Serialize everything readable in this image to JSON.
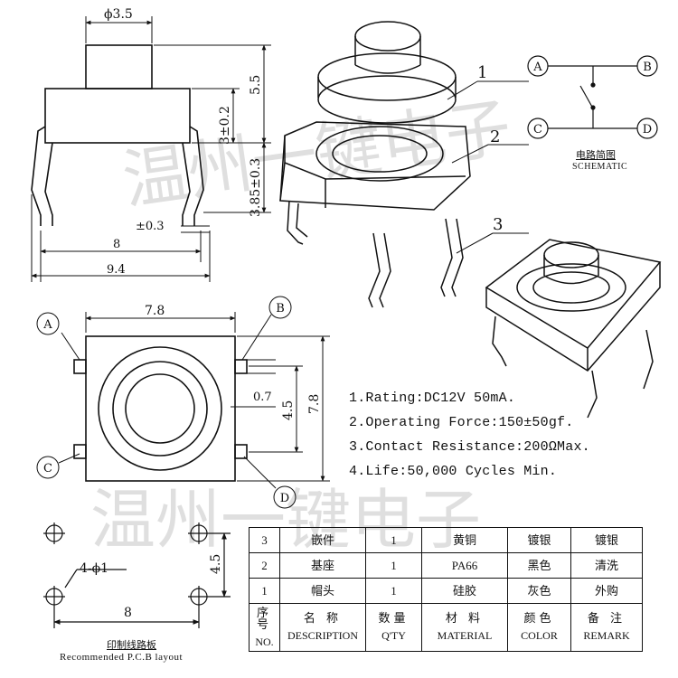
{
  "dimensions": {
    "diameter_top": "ϕ3.5",
    "height_total": "5.5",
    "body_height": "3±0.2",
    "lead_height": "3.85±0.3",
    "lead_tol": "±0.3",
    "lead_span": "8",
    "overall_width": "9.4",
    "body_width": "7.8",
    "body_height_side": "7.8",
    "pin_pitch": "4.5",
    "pin_width": "0.7",
    "hole_dia": "4-ϕ1",
    "pcb_pitch_v": "4.5",
    "pcb_pitch_h": "8"
  },
  "pins": [
    "A",
    "B",
    "C",
    "D"
  ],
  "callouts": [
    "1",
    "2",
    "3"
  ],
  "schematic": {
    "title_cn": "电路简图",
    "title_en": "SCHEMATIC",
    "pins": [
      "A",
      "B",
      "C",
      "D"
    ]
  },
  "specs": [
    "1.Rating:DC12V 50mA.",
    "2.Operating Force:150±50gf.",
    "3.Contact Resistance:200ΩMax.",
    "4.Life:50,000 Cycles Min."
  ],
  "pcb_layout": {
    "title_cn": "印制线路板",
    "title_en": "Recommended P.C.B layout"
  },
  "bom": {
    "rows": [
      {
        "no": "3",
        "desc": "嵌件",
        "qty": "1",
        "material": "黄铜",
        "color": "镀银",
        "remark": "镀银"
      },
      {
        "no": "2",
        "desc": "基座",
        "qty": "1",
        "material": "PA66",
        "color": "黑色",
        "remark": "清洗"
      },
      {
        "no": "1",
        "desc": "帽头",
        "qty": "1",
        "material": "硅胶",
        "color": "灰色",
        "remark": "外购"
      }
    ],
    "header": {
      "no_cn": "序号",
      "no_en": "NO.",
      "desc_cn": "名 称",
      "desc_en": "DESCRIPTION",
      "qty_cn": "数量",
      "qty_en": "Q'TY",
      "material_cn": "材 料",
      "material_en": "MATERIAL",
      "color_cn": "颜色",
      "color_en": "COLOR",
      "remark_cn": "备 注",
      "remark_en": "REMARK"
    }
  },
  "watermark": "温州一键电子"
}
